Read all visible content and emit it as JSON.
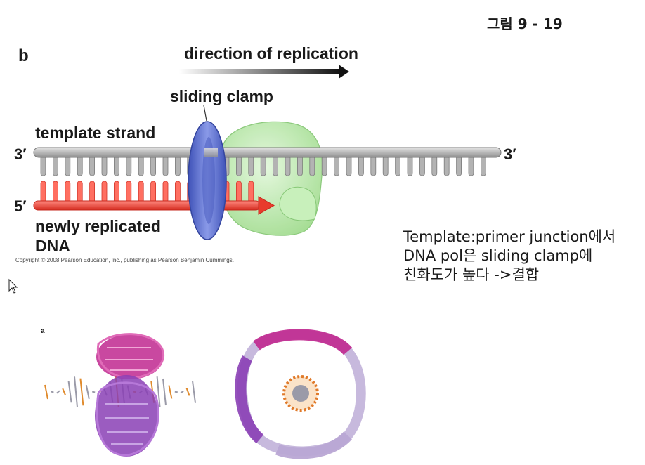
{
  "figure_label": "그림 9 - 19",
  "diagram": {
    "panel_label": "b",
    "direction_label": "direction of replication",
    "clamp_label": "sliding clamp",
    "template_label": "template strand",
    "template_left_end": "3′",
    "template_right_end": "3′",
    "new_strand_end": "5′",
    "new_strand_label": "newly replicated\nDNA",
    "copyright": "Copyright © 2008 Pearson Education, Inc., publishing as Pearson Benjamin Cummings."
  },
  "note": "Template:primer junction에서\nDNA pol은 sliding clamp에\n친화도가 높다 ->결합",
  "structures": {
    "panel_label": "a"
  },
  "colors": {
    "template": "#9e9e9e",
    "new_strand": "#ef3b2c",
    "clamp": "#5b6fcf",
    "polymerase": "#b9ecaa",
    "ring_magenta": "#c0288f",
    "ring_purple": "#8a3fb5",
    "ring_lavender": "#b9a7d4"
  }
}
